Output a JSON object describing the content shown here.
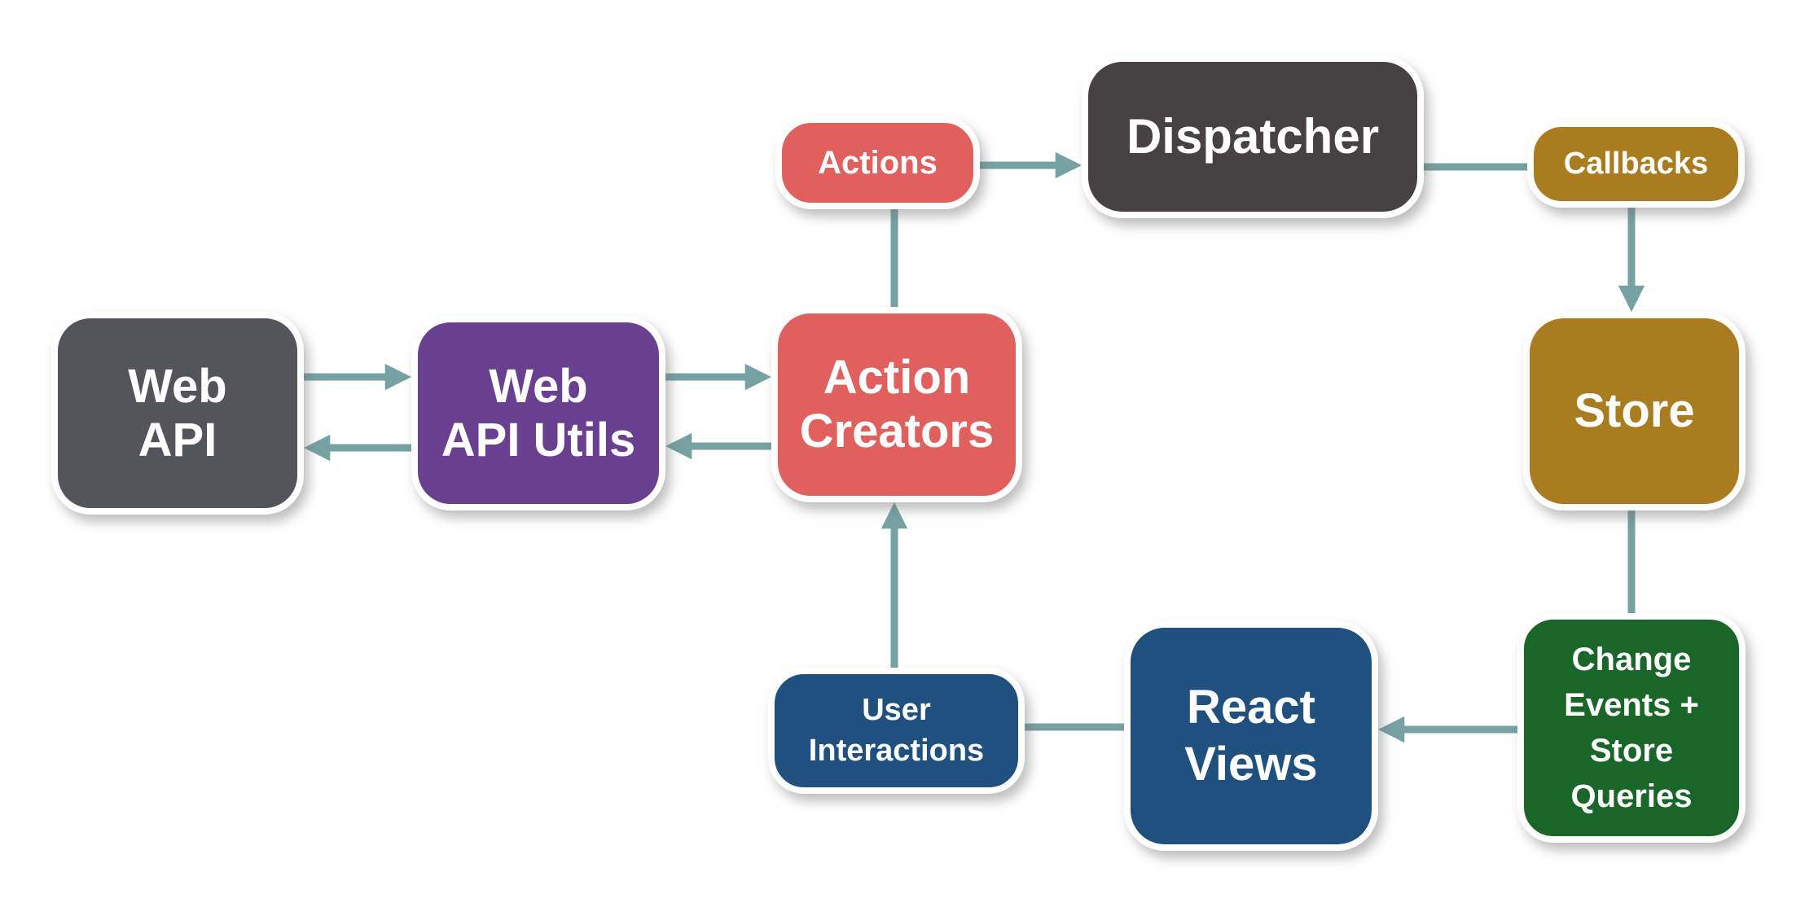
{
  "colors": {
    "background": "#FFFFFF",
    "node_border": "#FFFFFF",
    "node_text": "#FFFFFF",
    "arrow": "#76A2A4",
    "gray": "#54555B",
    "dark_charcoal": "#464243",
    "purple": "#693F8F",
    "red": "#E0605D",
    "gold": "#A97C20",
    "green": "#1A6629",
    "blue": "#20517E"
  },
  "nodes": {
    "web_api": {
      "label": "Web\nAPI",
      "color": "#54555B",
      "text_color": "#FFFFFF"
    },
    "web_api_utils": {
      "label": "Web\nAPI Utils",
      "color": "#693F8F",
      "text_color": "#FFFFFF"
    },
    "action_creators": {
      "label": "Action\nCreators",
      "color": "#E0605D",
      "text_color": "#FFFFFF"
    },
    "actions": {
      "label": "Actions",
      "color": "#E0605D",
      "text_color": "#FFFFFF"
    },
    "dispatcher": {
      "label": "Dispatcher",
      "color": "#464243",
      "text_color": "#FFFFFF"
    },
    "callbacks": {
      "label": "Callbacks",
      "color": "#A97C20",
      "text_color": "#FFFFFF"
    },
    "store": {
      "label": "Store",
      "color": "#A97C20",
      "text_color": "#FFFFFF"
    },
    "change_events": {
      "label": "Change\nEvents +\nStore\nQueries",
      "color": "#1A6629",
      "text_color": "#FFFFFF"
    },
    "react_views": {
      "label": "React\nViews",
      "color": "#20517E",
      "text_color": "#FFFFFF"
    },
    "user_interactions": {
      "label": "User\nInteractions",
      "color": "#20517E",
      "text_color": "#FFFFFF"
    }
  },
  "edges": [
    {
      "from": "web_api",
      "to": "web_api_utils",
      "arrowhead": true
    },
    {
      "from": "web_api_utils",
      "to": "web_api",
      "arrowhead": true
    },
    {
      "from": "web_api_utils",
      "to": "action_creators",
      "arrowhead": true
    },
    {
      "from": "action_creators",
      "to": "web_api_utils",
      "arrowhead": true
    },
    {
      "from": "action_creators",
      "to": "actions",
      "arrowhead": false
    },
    {
      "from": "actions",
      "to": "dispatcher",
      "arrowhead": true
    },
    {
      "from": "dispatcher",
      "to": "callbacks",
      "arrowhead": false
    },
    {
      "from": "callbacks",
      "to": "store",
      "arrowhead": true
    },
    {
      "from": "store",
      "to": "change_events",
      "arrowhead": false
    },
    {
      "from": "change_events",
      "to": "react_views",
      "arrowhead": true
    },
    {
      "from": "react_views",
      "to": "user_interactions",
      "arrowhead": false
    },
    {
      "from": "user_interactions",
      "to": "action_creators",
      "arrowhead": true
    }
  ]
}
